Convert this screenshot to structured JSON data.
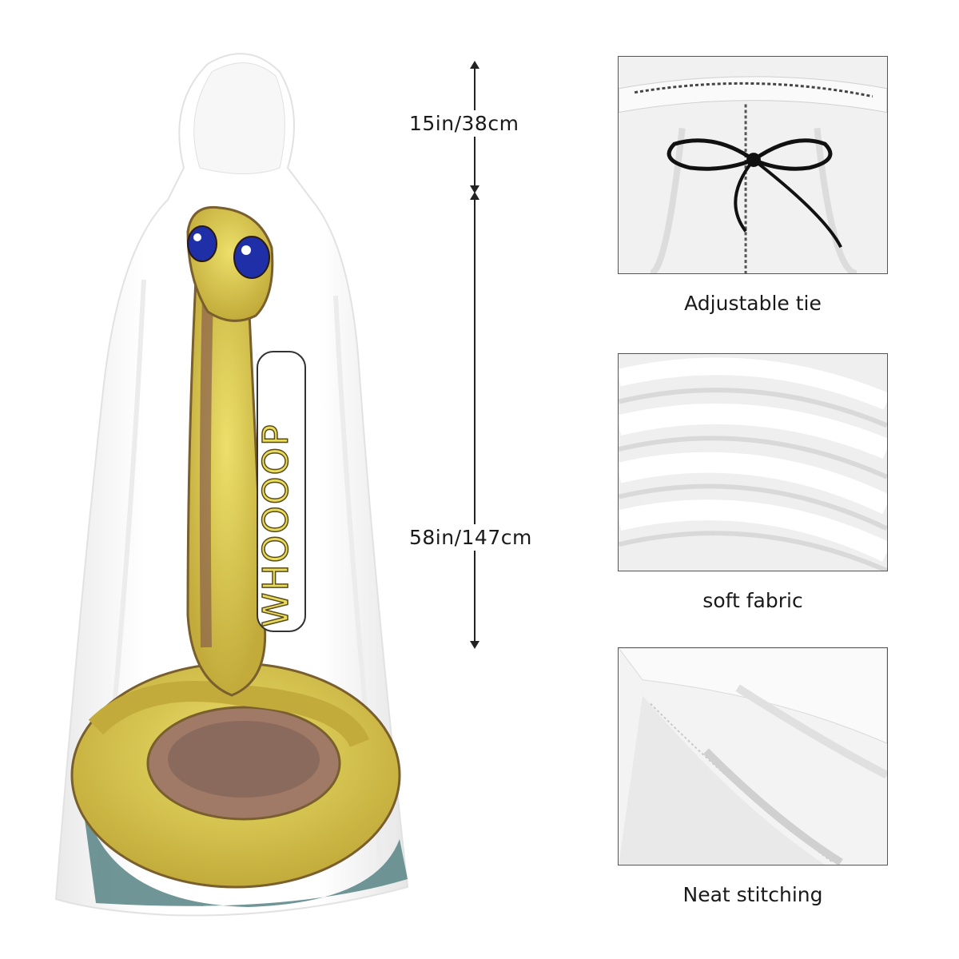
{
  "product": {
    "print_text": "WHOOOOP",
    "colors": {
      "cloak": "#ffffff",
      "snake_body": "#d9c84a",
      "snake_shadow": "#8a6f3a",
      "snake_belly": "#a07a66",
      "eye": "#1f2fa8",
      "ground": "#5f8a8c"
    }
  },
  "measurements": {
    "hood": {
      "label": "15in/38cm"
    },
    "body": {
      "label": "58in/147cm"
    }
  },
  "details": [
    {
      "caption": "Adjustable tie",
      "icon": "drawstring-tie-photo"
    },
    {
      "caption": "soft fabric",
      "icon": "fabric-folds-photo"
    },
    {
      "caption": "Neat stitching",
      "icon": "hem-stitching-photo"
    }
  ]
}
